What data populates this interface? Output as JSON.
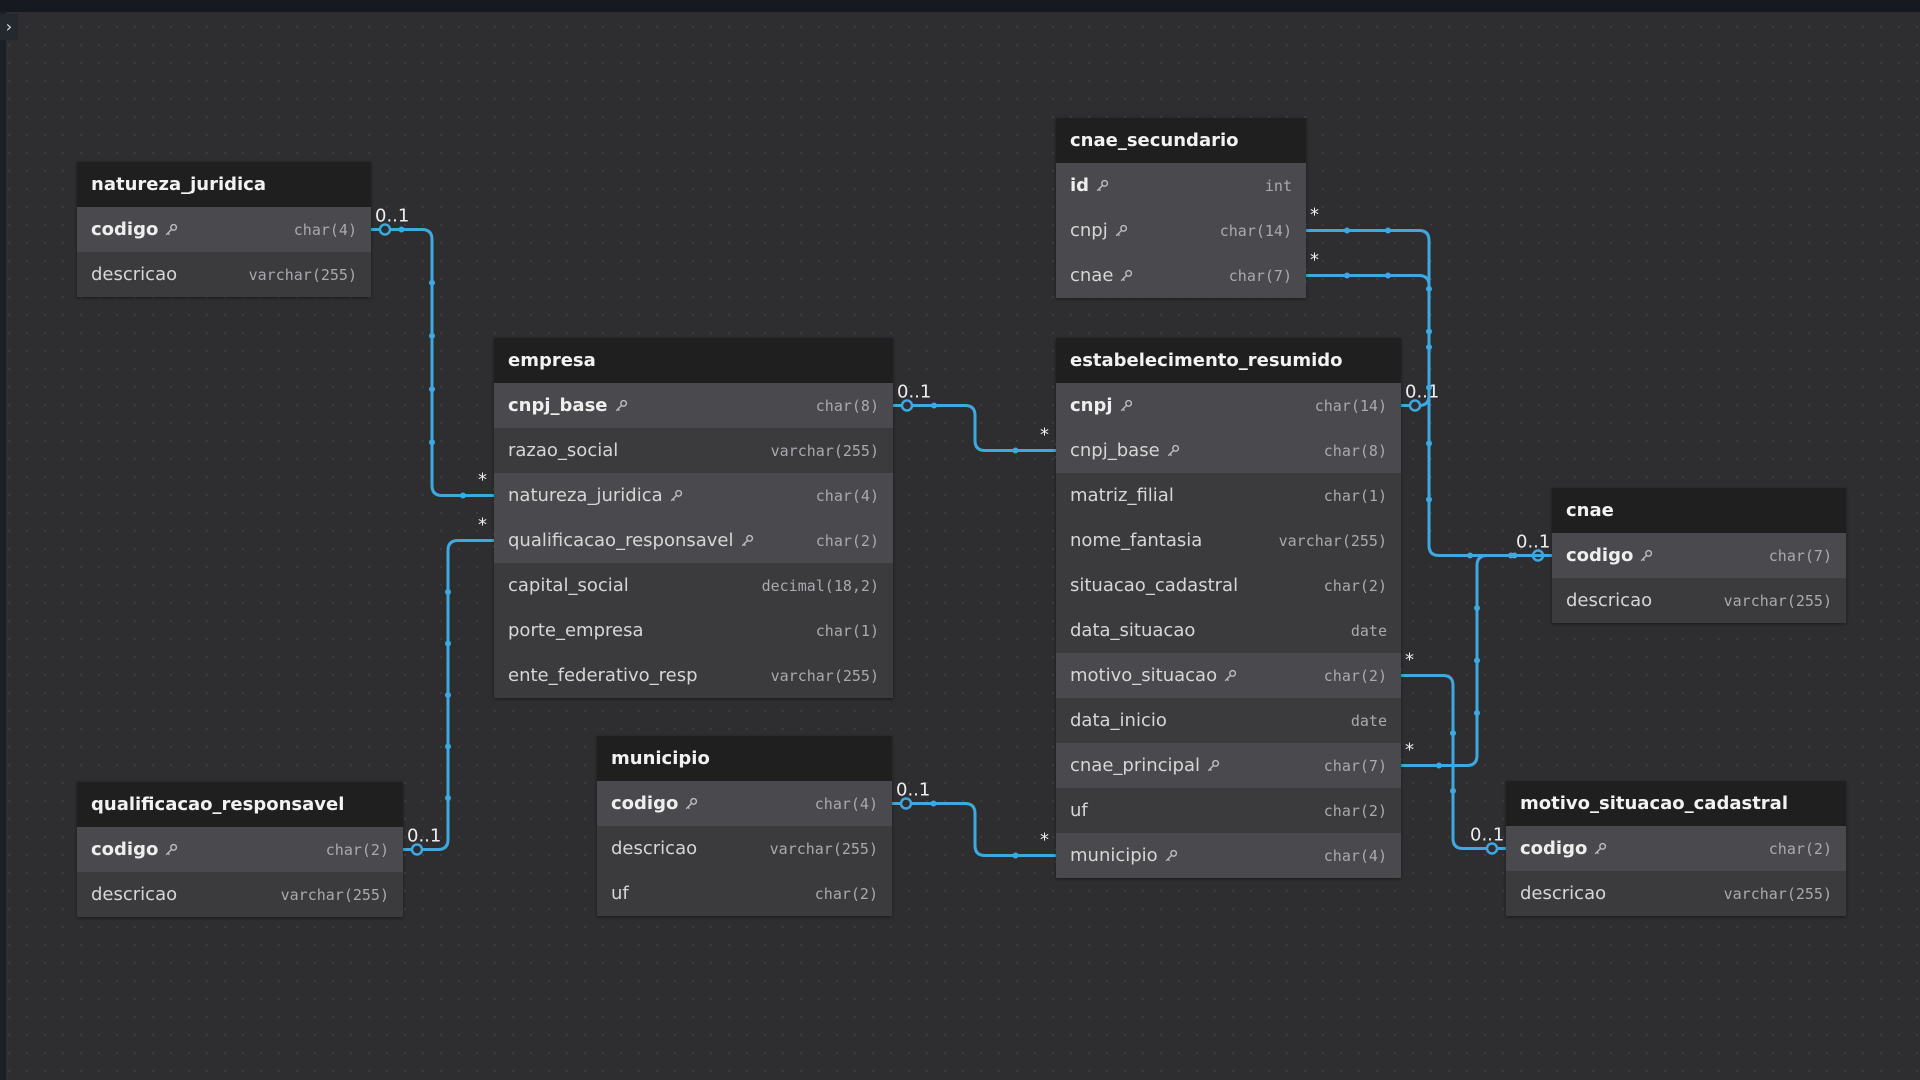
{
  "ui": {
    "panel_toggle_glyph": "›",
    "link_color": "#3da9e0"
  },
  "tables": [
    {
      "id": "natureza_juridica",
      "title": "natureza_juridica",
      "columns": [
        {
          "name": "codigo",
          "type": "char(4)",
          "pk": true,
          "key": true
        },
        {
          "name": "descricao",
          "type": "varchar(255)"
        }
      ]
    },
    {
      "id": "empresa",
      "title": "empresa",
      "columns": [
        {
          "name": "cnpj_base",
          "type": "char(8)",
          "pk": true,
          "key": true
        },
        {
          "name": "razao_social",
          "type": "varchar(255)"
        },
        {
          "name": "natureza_juridica",
          "type": "char(4)",
          "key": true
        },
        {
          "name": "qualificacao_responsavel",
          "type": "char(2)",
          "key": true
        },
        {
          "name": "capital_social",
          "type": "decimal(18,2)"
        },
        {
          "name": "porte_empresa",
          "type": "char(1)"
        },
        {
          "name": "ente_federativo_resp",
          "type": "varchar(255)"
        }
      ]
    },
    {
      "id": "cnae_secundario",
      "title": "cnae_secundario",
      "columns": [
        {
          "name": "id",
          "type": "int",
          "pk": true,
          "key": true
        },
        {
          "name": "cnpj",
          "type": "char(14)",
          "key": true
        },
        {
          "name": "cnae",
          "type": "char(7)",
          "key": true
        }
      ]
    },
    {
      "id": "estabelecimento_resumido",
      "title": "estabelecimento_resumido",
      "columns": [
        {
          "name": "cnpj",
          "type": "char(14)",
          "pk": true,
          "key": true
        },
        {
          "name": "cnpj_base",
          "type": "char(8)",
          "key": true
        },
        {
          "name": "matriz_filial",
          "type": "char(1)"
        },
        {
          "name": "nome_fantasia",
          "type": "varchar(255)"
        },
        {
          "name": "situacao_cadastral",
          "type": "char(2)"
        },
        {
          "name": "data_situacao",
          "type": "date"
        },
        {
          "name": "motivo_situacao",
          "type": "char(2)",
          "key": true
        },
        {
          "name": "data_inicio",
          "type": "date"
        },
        {
          "name": "cnae_principal",
          "type": "char(7)",
          "key": true
        },
        {
          "name": "uf",
          "type": "char(2)"
        },
        {
          "name": "municipio",
          "type": "char(4)",
          "key": true
        }
      ]
    },
    {
      "id": "cnae",
      "title": "cnae",
      "columns": [
        {
          "name": "codigo",
          "type": "char(7)",
          "pk": true,
          "key": true
        },
        {
          "name": "descricao",
          "type": "varchar(255)"
        }
      ]
    },
    {
      "id": "qualificacao_responsavel",
      "title": "qualificacao_responsavel",
      "columns": [
        {
          "name": "codigo",
          "type": "char(2)",
          "pk": true,
          "key": true
        },
        {
          "name": "descricao",
          "type": "varchar(255)"
        }
      ]
    },
    {
      "id": "municipio",
      "title": "municipio",
      "columns": [
        {
          "name": "codigo",
          "type": "char(4)",
          "pk": true,
          "key": true
        },
        {
          "name": "descricao",
          "type": "varchar(255)"
        },
        {
          "name": "uf",
          "type": "char(2)"
        }
      ]
    },
    {
      "id": "motivo_situacao_cadastral",
      "title": "motivo_situacao_cadastral",
      "columns": [
        {
          "name": "codigo",
          "type": "char(2)",
          "pk": true,
          "key": true
        },
        {
          "name": "descricao",
          "type": "varchar(255)"
        }
      ]
    }
  ],
  "relations": [
    {
      "id": "natureza",
      "from_table": "natureza_juridica",
      "from_column": "codigo",
      "from_card": "0..1",
      "to_table": "empresa",
      "to_column": "natureza_juridica",
      "to_card": "*"
    },
    {
      "id": "qualificacao",
      "from_table": "qualificacao_responsavel",
      "from_column": "codigo",
      "from_card": "0..1",
      "to_table": "empresa",
      "to_column": "qualificacao_responsavel",
      "to_card": "*"
    },
    {
      "id": "empresa-estab",
      "from_table": "empresa",
      "from_column": "cnpj_base",
      "from_card": "0..1",
      "to_table": "estabelecimento_resumido",
      "to_column": "cnpj_base",
      "to_card": "*"
    },
    {
      "id": "municipio",
      "from_table": "municipio",
      "from_column": "codigo",
      "from_card": "0..1",
      "to_table": "estabelecimento_resumido",
      "to_column": "municipio",
      "to_card": "*"
    },
    {
      "id": "estab-cnaesec",
      "from_table": "estabelecimento_resumido",
      "from_column": "cnpj",
      "from_card": "0..1",
      "to_table": "cnae_secundario",
      "to_column": "cnpj",
      "to_card": "*"
    },
    {
      "id": "cnae-cnaesec",
      "from_table": "cnae",
      "from_column": "codigo",
      "from_card": "0..1",
      "to_table": "cnae_secundario",
      "to_column": "cnae",
      "to_card": "*"
    },
    {
      "id": "cnae-principal",
      "from_table": "cnae",
      "from_column": "codigo",
      "from_card": "",
      "to_table": "estabelecimento_resumido",
      "to_column": "cnae_principal",
      "to_card": "*"
    },
    {
      "id": "motivo",
      "from_table": "motivo_situacao_cadastral",
      "from_column": "codigo",
      "from_card": "0..1",
      "to_table": "estabelecimento_resumido",
      "to_column": "motivo_situacao",
      "to_card": "*"
    }
  ]
}
